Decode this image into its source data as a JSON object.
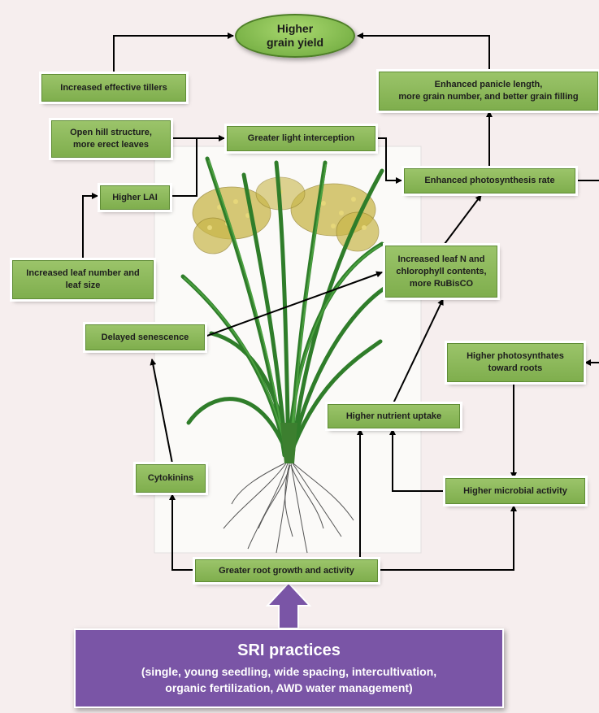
{
  "goal": {
    "text": "Higher\ngrain yield"
  },
  "boxes": {
    "increased_effective_tillers": "Increased effective tillers",
    "enhanced_panicle_length": "Enhanced panicle length,\nmore grain number, and better grain filling",
    "open_hill_structure": "Open hill structure,\nmore erect leaves",
    "greater_light_interception": "Greater light interception",
    "higher_lai": "Higher LAI",
    "enhanced_photosynthesis_rate": "Enhanced photosynthesis rate",
    "increased_leaf_number": "Increased leaf number and\nleaf size",
    "increased_leaf_n": "Increased leaf N and\nchlorophyll contents,\nmore RuBisCO",
    "delayed_senescence": "Delayed senescence",
    "higher_photosynthates": "Higher photosynthates\ntoward roots",
    "higher_nutrient_uptake": "Higher nutrient uptake",
    "cytokinins": "Cytokinins",
    "higher_microbial_activity": "Higher microbial activity",
    "greater_root_growth": "Greater root growth and activity"
  },
  "sri": {
    "title": "SRI practices",
    "details": "(single, young seedling, wide spacing, intercultivation,\norganic fertilization, AWD water management)"
  },
  "colors": {
    "box_green": "#8fb95c",
    "arrow_purple": "#7a55a6",
    "arrow_black": "#000000"
  }
}
